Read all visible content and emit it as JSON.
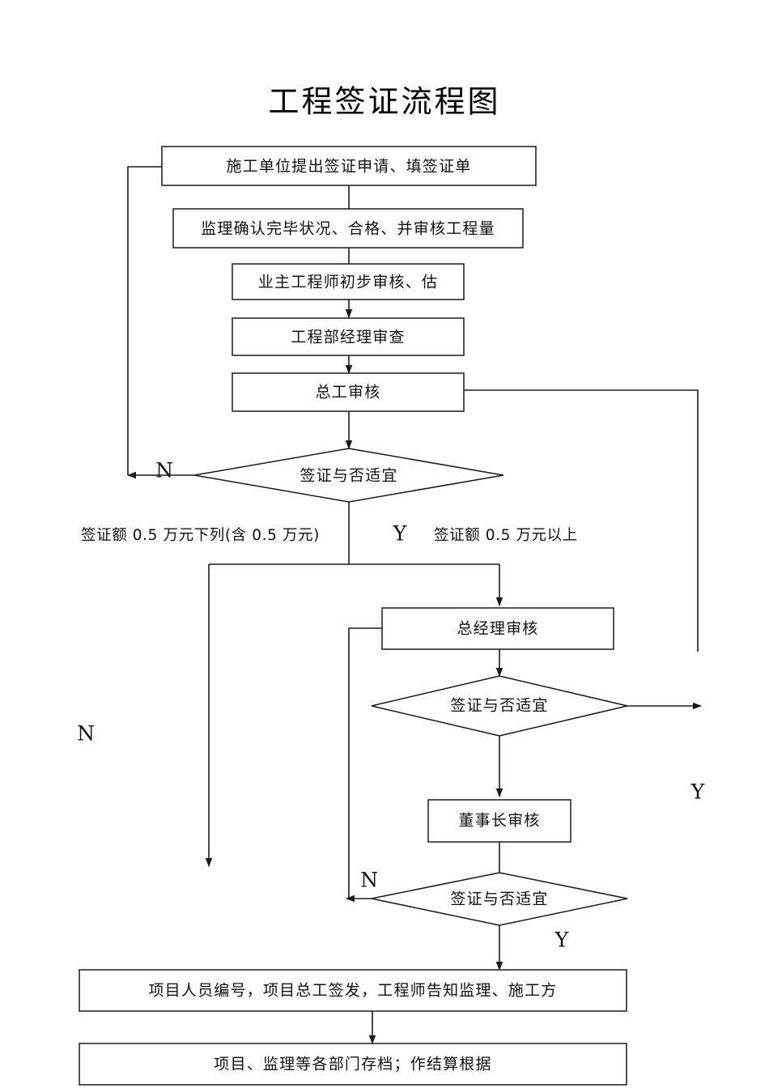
{
  "title": "工程签证流程图",
  "nodes": {
    "box1": "施工单位提出签证申请、填签证单",
    "box2": "监理确认完毕状况、合格、并审核工程量",
    "box3": "业主工程师初步审核、估",
    "box4": "工程部经理审查",
    "box5": "总工审核",
    "diamond1": "签证与否适宜",
    "box6": "总经理审核",
    "diamond2": "签证与否适宜",
    "box7": "董事长审核",
    "diamond3": "签证与否适宜",
    "box8": "项目人员编号，项目总工签发，工程师告知监理、施工方",
    "box9": "项目、监理等各部门存档；作结算根据"
  },
  "labels": {
    "d1_no": "N",
    "d1_yes": "Y",
    "amount_low": "签证额 0.5 万元下列(含 0.5 万元)",
    "amount_high": "签证额 0.5 万元以上",
    "left_no": "N",
    "d2_yes": "Y",
    "d3_no": "N",
    "d3_yes": "Y"
  },
  "colors": {
    "stroke": "#1a1a1a",
    "box_stroke": "#2a2a2a",
    "text": "#111111",
    "background": "#ffffff"
  }
}
